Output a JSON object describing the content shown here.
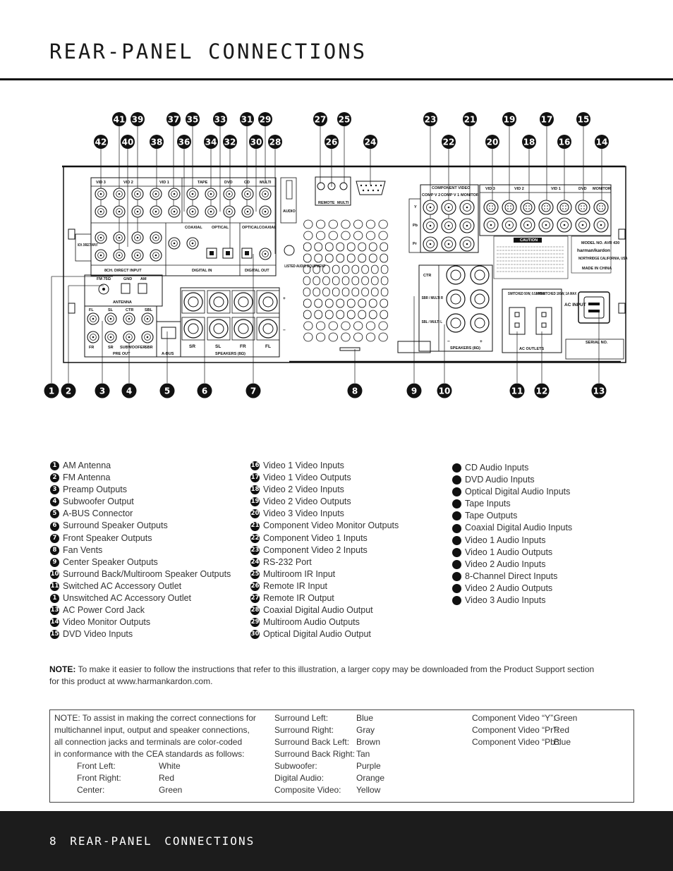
{
  "page": {
    "title": "REAR-PANEL CONNECTIONS"
  },
  "diagram": {
    "top_callouts": [
      "41",
      "39",
      "37",
      "35",
      "33",
      "31",
      "29",
      "27",
      "25",
      "23",
      "21",
      "19",
      "17",
      "15"
    ],
    "second_callouts": [
      "42",
      "40",
      "38",
      "36",
      "34",
      "32",
      "30",
      "28",
      "26",
      "24",
      "22",
      "20",
      "18",
      "16",
      "14"
    ],
    "bottom_callouts": [
      "1",
      "2",
      "3",
      "4",
      "5",
      "6",
      "7",
      "8",
      "9",
      "10",
      "11",
      "12",
      "13"
    ],
    "panel_labels": {
      "vid3": "VID 3",
      "vid2": "VID 2",
      "vid1": "VID 1",
      "tape": "TAPE",
      "dvd": "DVD",
      "cd": "CD",
      "multi": "MULTI",
      "audio": "AUDIO",
      "in": "IN",
      "out": "OUT",
      "remote": "REMOTE",
      "ch8_direct": "8CH. DIRECT INPUT",
      "ch8_direct_short": "8CH. DIRECT INPUT",
      "coaxial": "COAXIAL",
      "optical": "OPTICAL",
      "digital_in": "DIGITAL IN",
      "digital_out": "DIGITAL OUT",
      "antenna": "ANTENNA",
      "fm75": "FM 75Ω",
      "gnd": "GND",
      "am": "AM",
      "pre_out": "PRE OUT",
      "abus": "A-BUS",
      "speakers": "SPEAKERS (8Ω)",
      "sr": "SR",
      "sl": "SL",
      "fr": "FR",
      "fl": "FL",
      "fl_s": "FL",
      "sl_s": "SL",
      "ctr_s": "CTR",
      "sbl_s": "SBL",
      "fr_s": "FR",
      "sr_s": "SR",
      "sub_s": "SUBWOOFER",
      "sbr_s": "SBR",
      "component_video": "COMPONENT VIDEO",
      "comp2": "COMP V 2",
      "comp1": "COMP V 1",
      "monitor": "MONITOR",
      "y": "Y",
      "pb": "Pb",
      "pr": "Pr",
      "ctr": "CTR",
      "sbr_multi": "SBR / MULTI R",
      "sbl_multi": "SBL / MULTI L",
      "speakers_right": "SPEAKERS (8Ω)",
      "caution": "CAUTION",
      "model": "MODEL NO. AVR 430",
      "brand": "harman/kardon",
      "northridge": "NORTHRIDGE CALIFORNIA, USA",
      "made_in": "MADE IN CHINA",
      "ac_outlets": "AC OUTLETS",
      "ac_input": "AC INPUT",
      "serial": "SERIAL NO.",
      "switched": "SWITCHED 50W, 0.5A MAX",
      "unswitched": "UNSWITCHED 100W, 1A MAX",
      "listed": "LISTED AUDIO EQUIPMENT",
      "plus": "+",
      "minus": "−"
    }
  },
  "legend": {
    "col1": [
      {
        "num": "1",
        "label": "AM Antenna"
      },
      {
        "num": "2",
        "label": "FM Antenna"
      },
      {
        "num": "3",
        "label": "Preamp Outputs"
      },
      {
        "num": "4",
        "label": "Subwoofer Output"
      },
      {
        "num": "5",
        "label": "A-BUS Connector"
      },
      {
        "num": "6",
        "label": "Surround Speaker Outputs"
      },
      {
        "num": "7",
        "label": "Front Speaker Outputs"
      },
      {
        "num": "8",
        "label": "Fan Vents"
      },
      {
        "num": "9",
        "label": "Center Speaker Outputs"
      },
      {
        "num": "10",
        "label": "Surround Back/Multiroom Speaker Outputs"
      },
      {
        "num": "11",
        "label": "Switched AC Accessory Outlet"
      },
      {
        "num": "1",
        "label": "Unswitched AC Accessory Outlet"
      },
      {
        "num": "13",
        "label": "AC Power Cord Jack"
      },
      {
        "num": "14",
        "label": "Video Monitor Outputs"
      },
      {
        "num": "15",
        "label": "DVD Video Inputs"
      }
    ],
    "col2": [
      {
        "num": "16",
        "label": "Video 1 Video Inputs"
      },
      {
        "num": "17",
        "label": "Video 1 Video Outputs"
      },
      {
        "num": "18",
        "label": "Video 2 Video Inputs"
      },
      {
        "num": "19",
        "label": "Video 2 Video Outputs"
      },
      {
        "num": "20",
        "label": "Video 3 Video Inputs"
      },
      {
        "num": "21",
        "label": "Component Video Monitor Outputs"
      },
      {
        "num": "22",
        "label": "Component Video 1 Inputs"
      },
      {
        "num": "23",
        "label": "Component Video 2 Inputs"
      },
      {
        "num": "24",
        "label": "RS-232 Port"
      },
      {
        "num": "25",
        "label": "Multiroom IR Input"
      },
      {
        "num": "26",
        "label": "Remote IR Input"
      },
      {
        "num": "27",
        "label": "Remote IR Output"
      },
      {
        "num": "28",
        "label": "Coaxial Digital Audio Output"
      },
      {
        "num": "29",
        "label": "Multiroom Audio Outputs"
      },
      {
        "num": "30",
        "label": "Optical Digital Audio Output"
      }
    ],
    "col3": [
      "CD Audio Inputs",
      "DVD Audio Inputs",
      "Optical Digital Audio Inputs",
      "Tape Inputs",
      "Tape Outputs",
      "Coaxial Digital Audio Inputs",
      "Video 1 Audio Inputs",
      "Video 1 Audio Outputs",
      "Video 2 Audio Inputs",
      "8-Channel Direct Inputs",
      "Video 2 Audio Outputs",
      "Video 3 Audio Inputs"
    ]
  },
  "note": {
    "label": "NOTE:",
    "text": " To make it easier to follow the instructions that refer to this illustration, a larger copy may be downloaded from the Product Support section for this product at www.harmankardon.com."
  },
  "color_note": {
    "intro": [
      "NOTE: To assist in making the correct connections for",
      "multichannel input, output and speaker connections,",
      "all connection jacks and terminals are color-coded",
      "in conformance with the CEA standards as follows:"
    ],
    "col1": [
      [
        "Front Left:",
        "White"
      ],
      [
        "Front Right:",
        "Red"
      ],
      [
        "Center:",
        "Green"
      ]
    ],
    "col2": [
      [
        "Surround Left:",
        "Blue"
      ],
      [
        "Surround Right:",
        "Gray"
      ],
      [
        "Surround Back Left:",
        "Brown"
      ],
      [
        "Surround Back Right:",
        "Tan"
      ],
      [
        "Subwoofer:",
        "Purple"
      ],
      [
        "Digital Audio:",
        "Orange"
      ],
      [
        "Composite Video:",
        "Yellow"
      ]
    ],
    "col3": [
      [
        "Component Video “Y”:",
        "Green"
      ],
      [
        "Component Video “Pr”:",
        "Red"
      ],
      [
        "Component Video “Pb”:",
        "Blue"
      ]
    ]
  },
  "footer": {
    "page_number": "8",
    "text": "REAR-PANEL CONNECTIONS"
  }
}
